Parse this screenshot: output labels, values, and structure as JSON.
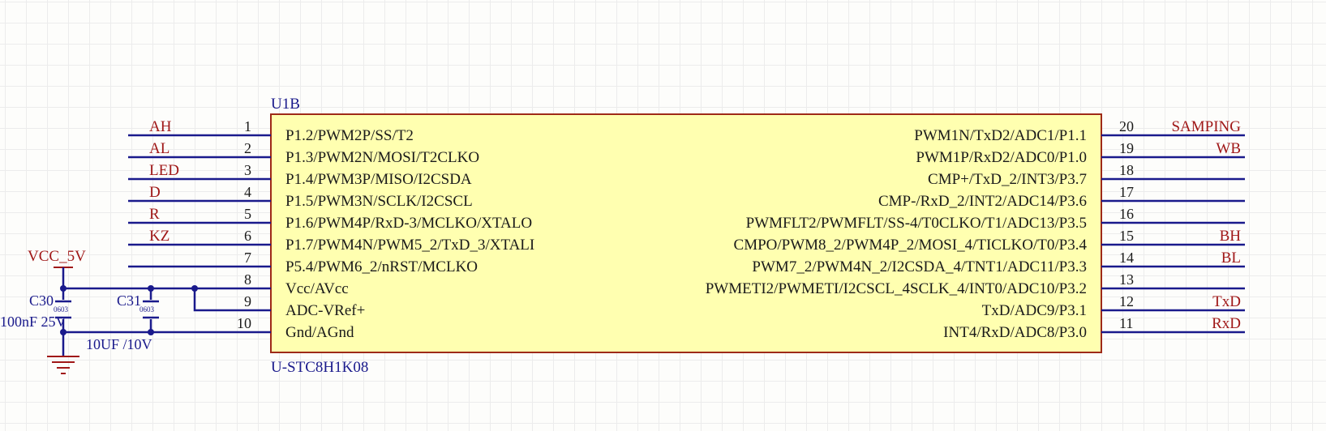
{
  "chip": {
    "designator": "U1B",
    "part": "U-STC8H1K08",
    "left_pins": [
      {
        "num": "1",
        "name": "P1.2/PWM2P/SS/T2",
        "net": "AH"
      },
      {
        "num": "2",
        "name": "P1.3/PWM2N/MOSI/T2CLKO",
        "net": "AL"
      },
      {
        "num": "3",
        "name": "P1.4/PWM3P/MISO/I2CSDA",
        "net": "LED"
      },
      {
        "num": "4",
        "name": "P1.5/PWM3N/SCLK/I2CSCL",
        "net": "D"
      },
      {
        "num": "5",
        "name": "P1.6/PWM4P/RxD-3/MCLKO/XTALO",
        "net": "R"
      },
      {
        "num": "6",
        "name": "P1.7/PWM4N/PWM5_2/TxD_3/XTALI",
        "net": "KZ"
      },
      {
        "num": "7",
        "name": "P5.4/PWM6_2/nRST/MCLKO",
        "net": ""
      },
      {
        "num": "8",
        "name": "Vcc/AVcc",
        "net": ""
      },
      {
        "num": "9",
        "name": "ADC-VRef+",
        "net": ""
      },
      {
        "num": "10",
        "name": "Gnd/AGnd",
        "net": ""
      }
    ],
    "right_pins": [
      {
        "num": "20",
        "name": "PWM1N/TxD2/ADC1/P1.1",
        "net": "SAMPING"
      },
      {
        "num": "19",
        "name": "PWM1P/RxD2/ADC0/P1.0",
        "net": "WB"
      },
      {
        "num": "18",
        "name": "CMP+/TxD_2/INT3/P3.7",
        "net": ""
      },
      {
        "num": "17",
        "name": "CMP-/RxD_2/INT2/ADC14/P3.6",
        "net": ""
      },
      {
        "num": "16",
        "name": "PWMFLT2/PWMFLT/SS-4/T0CLKO/T1/ADC13/P3.5",
        "net": ""
      },
      {
        "num": "15",
        "name": "CMPO/PWM8_2/PWM4P_2/MOSI_4/TICLKO/T0/P3.4",
        "net": "BH"
      },
      {
        "num": "14",
        "name": "PWM7_2/PWM4N_2/I2CSDA_4/TNT1/ADC11/P3.3",
        "net": "BL"
      },
      {
        "num": "13",
        "name": "PWMETI2/PWMETI/I2CSCL_4SCLK_4/INT0/ADC10/P3.2",
        "net": ""
      },
      {
        "num": "12",
        "name": "TxD/ADC9/P3.1",
        "net": "TxD"
      },
      {
        "num": "11",
        "name": "INT4/RxD/ADC8/P3.0",
        "net": "RxD"
      }
    ]
  },
  "power": {
    "vcc_label": "VCC_5V"
  },
  "capacitors": [
    {
      "designator": "C30",
      "package": "0603",
      "value": "100nF 25V"
    },
    {
      "designator": "C31",
      "package": "0603",
      "value": "10UF /10V"
    }
  ],
  "colors": {
    "wire": "#1a1a8c",
    "net_label": "#a01818",
    "chip_fill": "#ffffb0",
    "chip_border": "#9e2a18"
  }
}
